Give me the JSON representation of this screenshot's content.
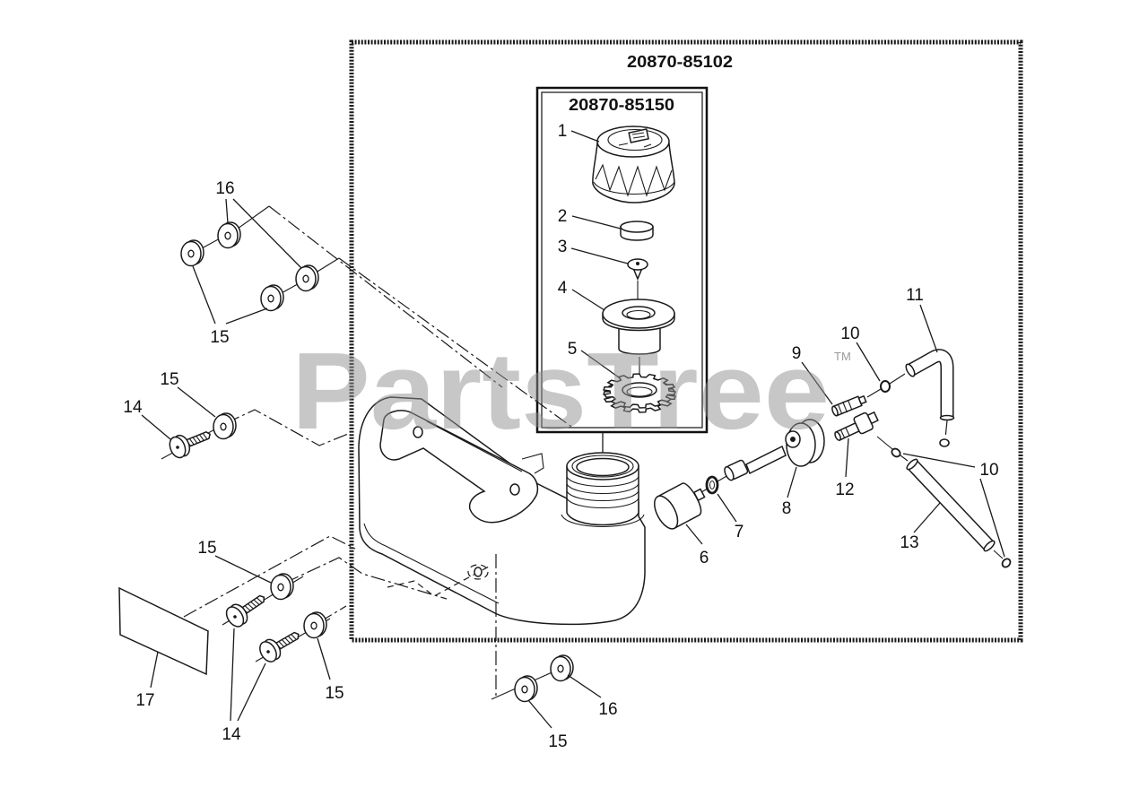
{
  "assembly": {
    "outer_part_number": "20870-85102",
    "inner_part_number": "20870-85150"
  },
  "watermark": {
    "brand": "PartsTree",
    "trademark": "TM"
  },
  "callouts": [
    "1",
    "2",
    "3",
    "4",
    "5",
    "16",
    "15",
    "15",
    "14",
    "11",
    "10",
    "9",
    "10",
    "12",
    "8",
    "7",
    "13",
    "6",
    "15",
    "15",
    "17",
    "14",
    "16",
    "15"
  ],
  "colors": {
    "line": "#1a1a1a",
    "watermark": "#8f8f8f",
    "background": "#ffffff"
  }
}
